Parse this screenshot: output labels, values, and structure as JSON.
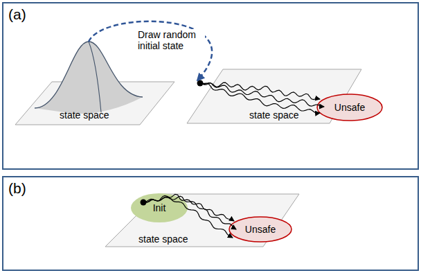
{
  "diagram": {
    "nodes": [
      {
        "text": [
          "(a)"
        ]
      },
      {
        "text": [
          "state space"
        ],
        "in": 0
      },
      {
        "text": [
          "state space"
        ],
        "in": 0
      },
      {
        "text": [
          "Unsafe"
        ],
        "in": 2
      },
      {
        "text": [
          "(b)"
        ]
      },
      {
        "text": [
          "state space"
        ],
        "in": 4
      },
      {
        "text": [
          "Init"
        ],
        "in": 5
      },
      {
        "text": [
          "Unsafe"
        ],
        "in": 5
      }
    ],
    "edges": [
      {
        "from": 1,
        "to": 2,
        "arrow": "to",
        "label": "Draw random initial state"
      },
      {
        "from": 6,
        "to": 7,
        "arrow": "to"
      },
      {
        "from": 6,
        "to": 7,
        "arrow": "to"
      },
      {
        "from": 6,
        "to": 7,
        "arrow": "to"
      }
    ]
  }
}
